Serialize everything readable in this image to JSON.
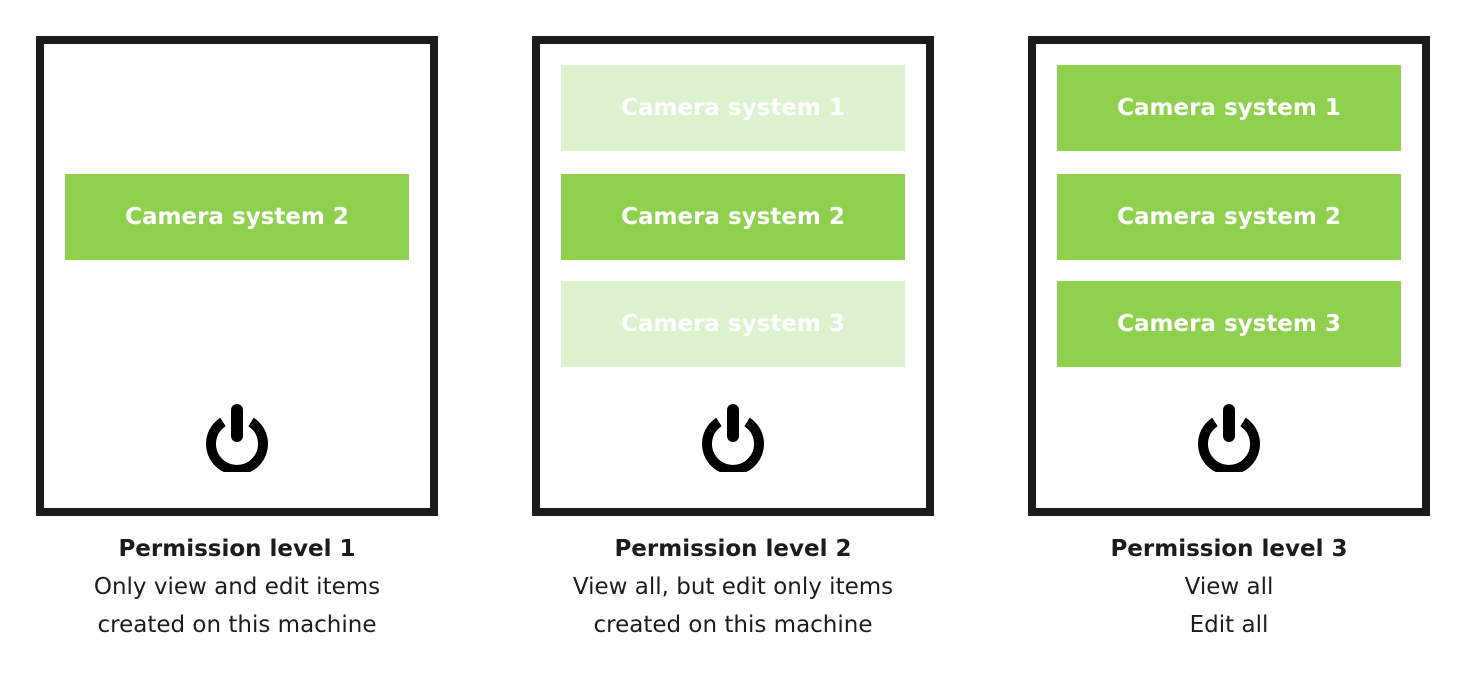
{
  "colors": {
    "active": "#8fd14f",
    "inactive": "#ddf2cf",
    "frame": "#1c1c1c",
    "text": "#1c1c1c",
    "item_text": "#ffffff"
  },
  "panels": [
    {
      "items": [
        {
          "label": "",
          "state": "none"
        },
        {
          "label": "Camera system 2",
          "state": "active"
        },
        {
          "label": "",
          "state": "none"
        }
      ],
      "power_icon": "power-icon",
      "title": "Permission level 1",
      "description_lines": [
        "Only view and edit items",
        "created on this machine"
      ]
    },
    {
      "items": [
        {
          "label": "Camera system 1",
          "state": "inactive"
        },
        {
          "label": "Camera system 2",
          "state": "active"
        },
        {
          "label": "Camera system 3",
          "state": "inactive"
        }
      ],
      "power_icon": "power-icon",
      "title": "Permission level 2",
      "description_lines": [
        "View all, but edit only items",
        "created on this machine"
      ]
    },
    {
      "items": [
        {
          "label": "Camera system 1",
          "state": "active"
        },
        {
          "label": "Camera system 2",
          "state": "active"
        },
        {
          "label": "Camera system 3",
          "state": "active"
        }
      ],
      "power_icon": "power-icon",
      "title": "Permission level 3",
      "description_lines": [
        "View all",
        "Edit all"
      ]
    }
  ]
}
